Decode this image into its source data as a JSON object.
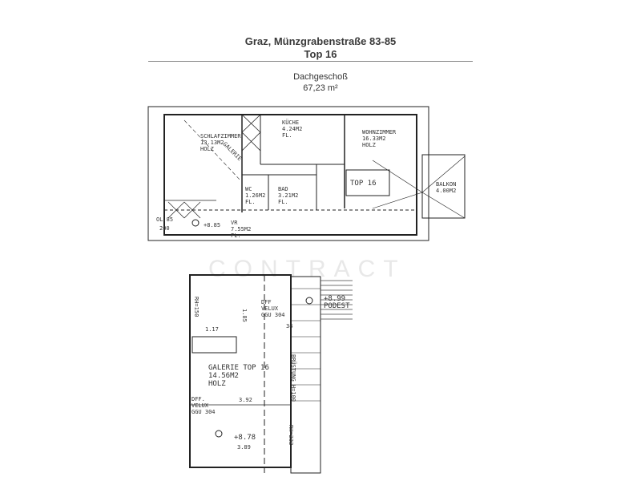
{
  "header": {
    "title": "Graz, Münzgrabenstraße 83-85",
    "unit": "Top 16",
    "level": "Dachgeschoß",
    "area": "67,23 m²"
  },
  "watermark": "CONTRACT",
  "upper_plan": {
    "rooms": [
      {
        "name": "SCHLAFZIMMER",
        "area": "13.13M2",
        "floor": "HOLZ"
      },
      {
        "name": "KÜCHE",
        "area": "4.24M2",
        "floor": "FL."
      },
      {
        "name": "WOHNZIMMER",
        "area": "16.33M2",
        "floor": "HOLZ"
      },
      {
        "name": "WC",
        "area": "1.26M2",
        "floor": "FL."
      },
      {
        "name": "BAD",
        "area": "3.21M2",
        "floor": "FL."
      },
      {
        "name": "VR",
        "area": "7.55M2",
        "floor": "FL."
      },
      {
        "name": "BALKON",
        "area": "4.00M2",
        "floor": ""
      }
    ],
    "unit_label": "TOP 16",
    "galerie_label": "GALERIE",
    "level_mark": "+8.85",
    "door_label": [
      "OL.85",
      "200"
    ]
  },
  "lower_plan": {
    "room": {
      "name": "GALERIE TOP 16",
      "area": "14.56M2",
      "floor": "HOLZ"
    },
    "velux_top": [
      "DFF",
      "VELUX",
      "GGU 304"
    ],
    "velux_bottom": [
      "DFF.",
      "VELUX",
      "GGU 304"
    ],
    "podest": {
      "level": "+8.99",
      "label": "PODEST"
    },
    "level_mark": "+8.78",
    "dims": [
      "1.17",
      "1.85",
      "3.92",
      "3.89",
      "34",
      "RH=150",
      "RH=232",
      "BRÜSTUNG H=100"
    ]
  }
}
